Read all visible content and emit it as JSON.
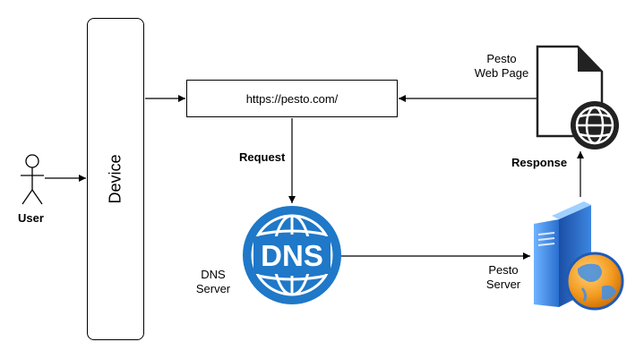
{
  "user": {
    "label": "User"
  },
  "device": {
    "label": "Device"
  },
  "url_box": {
    "text": "https://pesto.com/"
  },
  "edges": {
    "request_label": "Request",
    "response_label": "Response"
  },
  "dns": {
    "icon_text": "DNS",
    "label_line1": "DNS",
    "label_line2": "Server"
  },
  "web_page": {
    "label_line1": "Pesto",
    "label_line2": "Web Page"
  },
  "server": {
    "label_line1": "Pesto",
    "label_line2": "Server"
  },
  "colors": {
    "dns_blue": "#1f78c8",
    "dns_dark": "#0f5fa8",
    "server_blue": "#2f7fd6",
    "globe_orange": "#f39a1f",
    "icon_gray": "#222222"
  }
}
